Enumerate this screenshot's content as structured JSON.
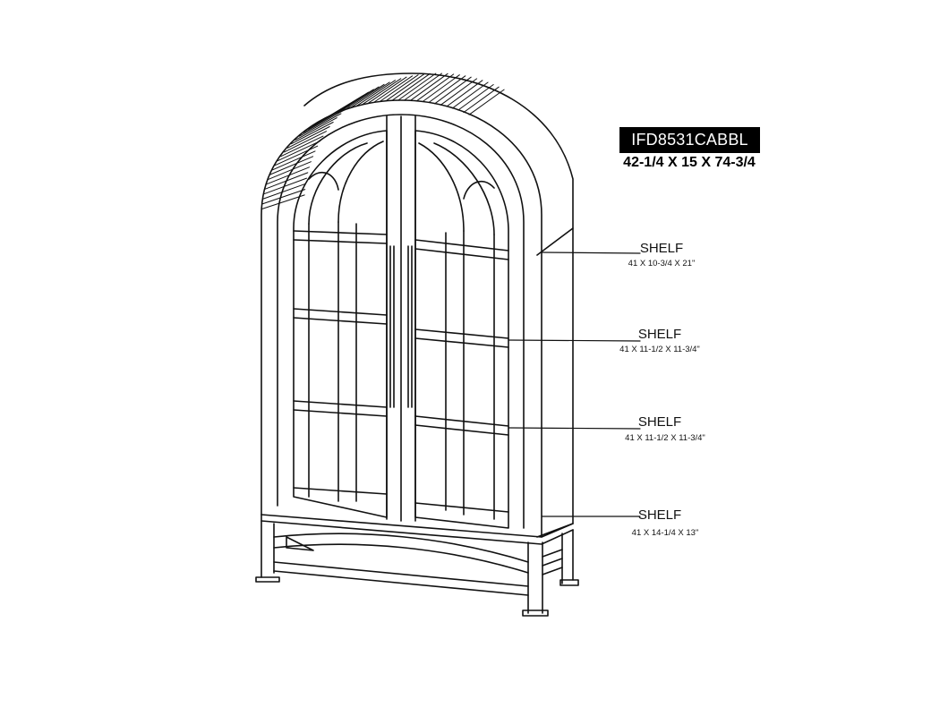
{
  "product": {
    "sku": "IFD8531CABBL",
    "overall_dimensions": "42-1/4 X 15 X 74-3/4"
  },
  "shelves": [
    {
      "label": "SHELF",
      "dimensions": "41 X 10-3/4 X 21\""
    },
    {
      "label": "SHELF",
      "dimensions": "41 X 11-1/2 X 11-3/4\""
    },
    {
      "label": "SHELF",
      "dimensions": "41 X 11-1/2 X 11-3/4\""
    },
    {
      "label": "SHELF",
      "dimensions": "41 X 14-1/4 X 13\""
    }
  ]
}
